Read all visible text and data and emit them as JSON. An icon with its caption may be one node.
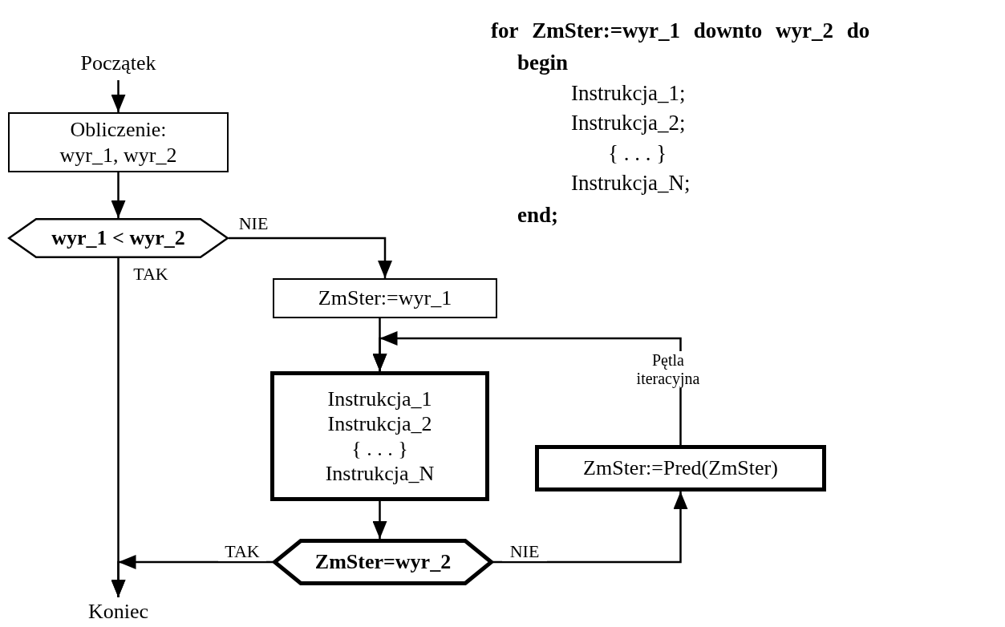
{
  "diagram": {
    "nodes": [
      {
        "text": [
          "Początek"
        ]
      },
      {
        "text": [
          "Obliczenie:",
          "wyr_1, wyr_2"
        ]
      },
      {
        "text": [
          "wyr_1 < wyr_2"
        ]
      },
      {
        "text": [
          "ZmSter:=wyr_1"
        ]
      },
      {
        "text": [
          "Instrukcja_1",
          "Instrukcja_2",
          "{ . . . }",
          "Instrukcja_N"
        ]
      },
      {
        "text": [
          "ZmSter=wyr_2"
        ]
      },
      {
        "text": [
          "ZmSter:=Pred(ZmSter)"
        ]
      },
      {
        "text": [
          "Koniec"
        ]
      }
    ],
    "edges": [
      {
        "from": 0,
        "to": 1,
        "arrow": "to"
      },
      {
        "from": 1,
        "to": 2,
        "arrow": "to"
      },
      {
        "from": 2,
        "to": 3,
        "arrow": "to",
        "label": "NIE"
      },
      {
        "from": 2,
        "to": 7,
        "arrow": "to",
        "label": "TAK"
      },
      {
        "from": 3,
        "to": 4,
        "arrow": "to"
      },
      {
        "from": 4,
        "to": 5,
        "arrow": "to"
      },
      {
        "from": 5,
        "to": 6,
        "arrow": "to",
        "label": "NIE"
      },
      {
        "from": 5,
        "to": 7,
        "arrow": "to",
        "label": "TAK"
      },
      {
        "from": 6,
        "to": 4,
        "arrow": "to",
        "label": "Pętla iteracyjna"
      }
    ],
    "labels": [
      "**for** ZmSter:=wyr_1 **downto** wyr_2 **do**",
      "begin",
      "Instrukcja_1;",
      "Instrukcja_2;",
      "{ . . . }",
      "Instrukcja_N;",
      "end;"
    ]
  }
}
